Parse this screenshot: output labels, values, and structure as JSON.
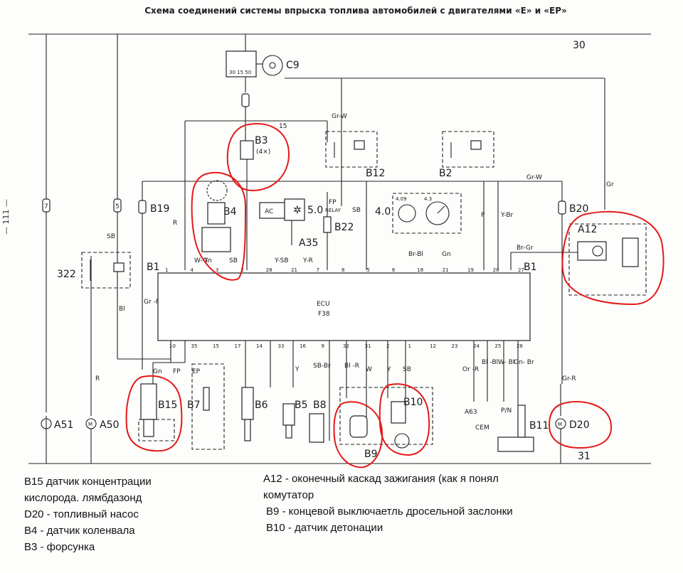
{
  "title": "Схема соединений системы впрыска топлива автомобилей с двигателями «E» и «EP»",
  "page_number": "— 111 —",
  "rail_labels": {
    "top": "30",
    "bottom": "31"
  },
  "ecu": {
    "name": "ECU",
    "model": "F38"
  },
  "components": {
    "c9": "C9",
    "b3": "B3",
    "b3_sub": "(4×)",
    "b19": "B19",
    "b4": "B4",
    "b12": "B12",
    "b2": "B2",
    "b22": "B22",
    "a35": "A35",
    "b20": "B20",
    "a12": "A12",
    "relay_322": "322",
    "b1_left": "B1",
    "b1_right": "B1",
    "b15": "B15",
    "b7": "B7",
    "b6": "B6",
    "b5": "B5",
    "b8": "B8",
    "b9": "B9",
    "b10": "B10",
    "b11": "B11",
    "d20": "D20",
    "a51": "A51",
    "a50": "A50",
    "a63": "A63",
    "cem": "CEM",
    "pn": "P/N",
    "ac": "AC",
    "g4_0": "4.0",
    "g5_0": "5.0",
    "g4_09": "4.09",
    "g4_3": "4.3",
    "fuse_15": "15"
  },
  "wire_colors": {
    "gr_w_top": "Gr-W",
    "gr_w_right": "Gr-W",
    "gr": "Gr",
    "sb_b22": "SB",
    "fp": "FP",
    "fp_sub": "RELAY",
    "p": "P",
    "y_br": "Y-Br",
    "br_gr": "Br-Gr",
    "br_bl": "Br-Bl",
    "gn": "Gn",
    "w_gn": "W-Gn",
    "y_sb": "Y-SB",
    "y_r": "Y-R",
    "sb_322": "SB",
    "bl_322": "Bl",
    "r": "R",
    "r2": "R",
    "gr_r_left": "Gr -R",
    "gr_r_right": "Gr-R",
    "gn_b15": "Gn",
    "fp_b15": "FP",
    "ep_b15": "EP",
    "y_b5": "Y",
    "sb_br": "SB-Br",
    "bl_r": "Bl -R",
    "w": "W",
    "y_b10": "Y",
    "sb_b10": "SB",
    "or_r": "Or -R",
    "bl_bl": "Bl -Bl",
    "w_bl": "W- Bl",
    "gn_br": "Gn- Br",
    "y_b4": "Y",
    "sb_b4": "SB"
  },
  "pin_numbers": {
    "top": [
      "1",
      "4",
      "3",
      "2",
      "28",
      "21",
      "7",
      "8",
      "5",
      "6",
      "18",
      "21",
      "19",
      "20",
      "27"
    ],
    "bottom": [
      "10",
      "35",
      "15",
      "17",
      "14",
      "33",
      "16",
      "9",
      "32",
      "31",
      "2",
      "1",
      "12",
      "23",
      "24",
      "25",
      "26"
    ]
  },
  "notes_left": [
    "B15 датчик концентрации",
    "кислорода. лямбдазонд",
    "D20 - топливный насос",
    "B4 - датчик коленвала",
    "B3 - форсунка"
  ],
  "notes_right": [
    "A12 - оконечный каскад зажигания (как я понял",
    "комутатор",
    "B9 - концевой выключаетль дросельной заслонки",
    "B10 - датчик детонации"
  ],
  "colors": {
    "annotation": "#e31919",
    "ink": "#222222",
    "paper": "#fdfdfb"
  },
  "icons": [
    "ground-symbol",
    "motor-symbol",
    "relay-symbol",
    "gear-symbol"
  ]
}
